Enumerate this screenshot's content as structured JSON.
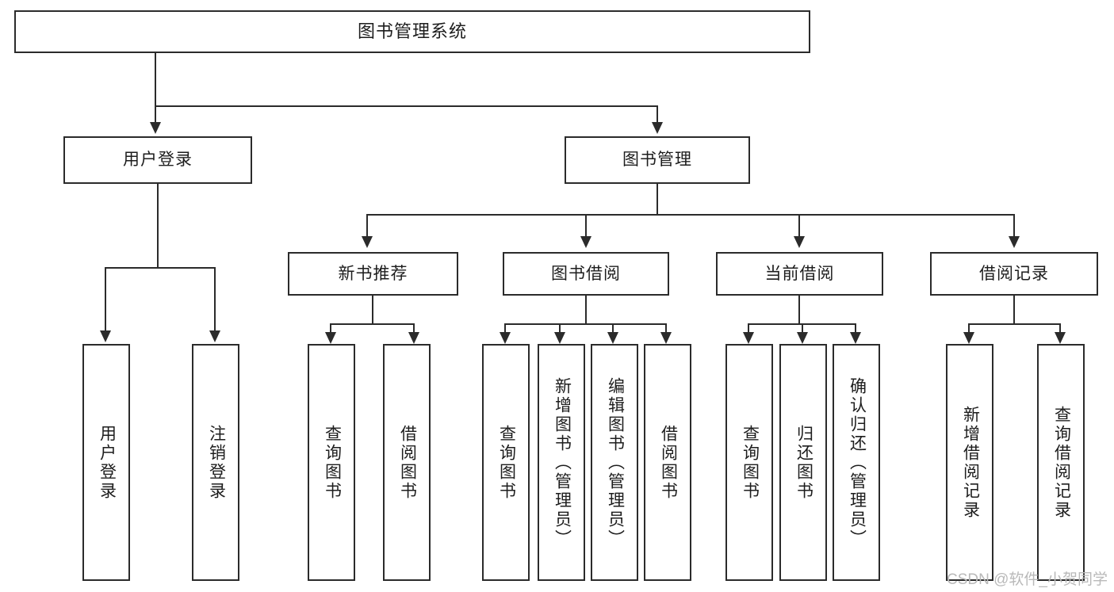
{
  "diagram": {
    "title_node": {
      "label": "图书管理系统"
    },
    "level2": [
      {
        "label": "用户登录"
      },
      {
        "label": "图书管理"
      }
    ],
    "level3": [
      {
        "label": "新书推荐"
      },
      {
        "label": "图书借阅"
      },
      {
        "label": "当前借阅"
      },
      {
        "label": "借阅记录"
      }
    ],
    "leaves": [
      {
        "label": "用户登录"
      },
      {
        "label": "注销登录"
      },
      {
        "label": "查询图书"
      },
      {
        "label": "借阅图书"
      },
      {
        "label": "查询图书"
      },
      {
        "label": "新增图书（管理员）"
      },
      {
        "label": "编辑图书（管理员）"
      },
      {
        "label": "借阅图书"
      },
      {
        "label": "查询图书"
      },
      {
        "label": "归还图书"
      },
      {
        "label": "确认归还（管理员）"
      },
      {
        "label": "新增借阅记录"
      },
      {
        "label": "查询借阅记录"
      }
    ]
  },
  "watermark": {
    "text": "CSDN @软件_小贺同学"
  },
  "colors": {
    "stroke": "#2b2b2b",
    "background": "#ffffff",
    "text": "#1d1d1d",
    "watermark": "#b9b9b9"
  }
}
